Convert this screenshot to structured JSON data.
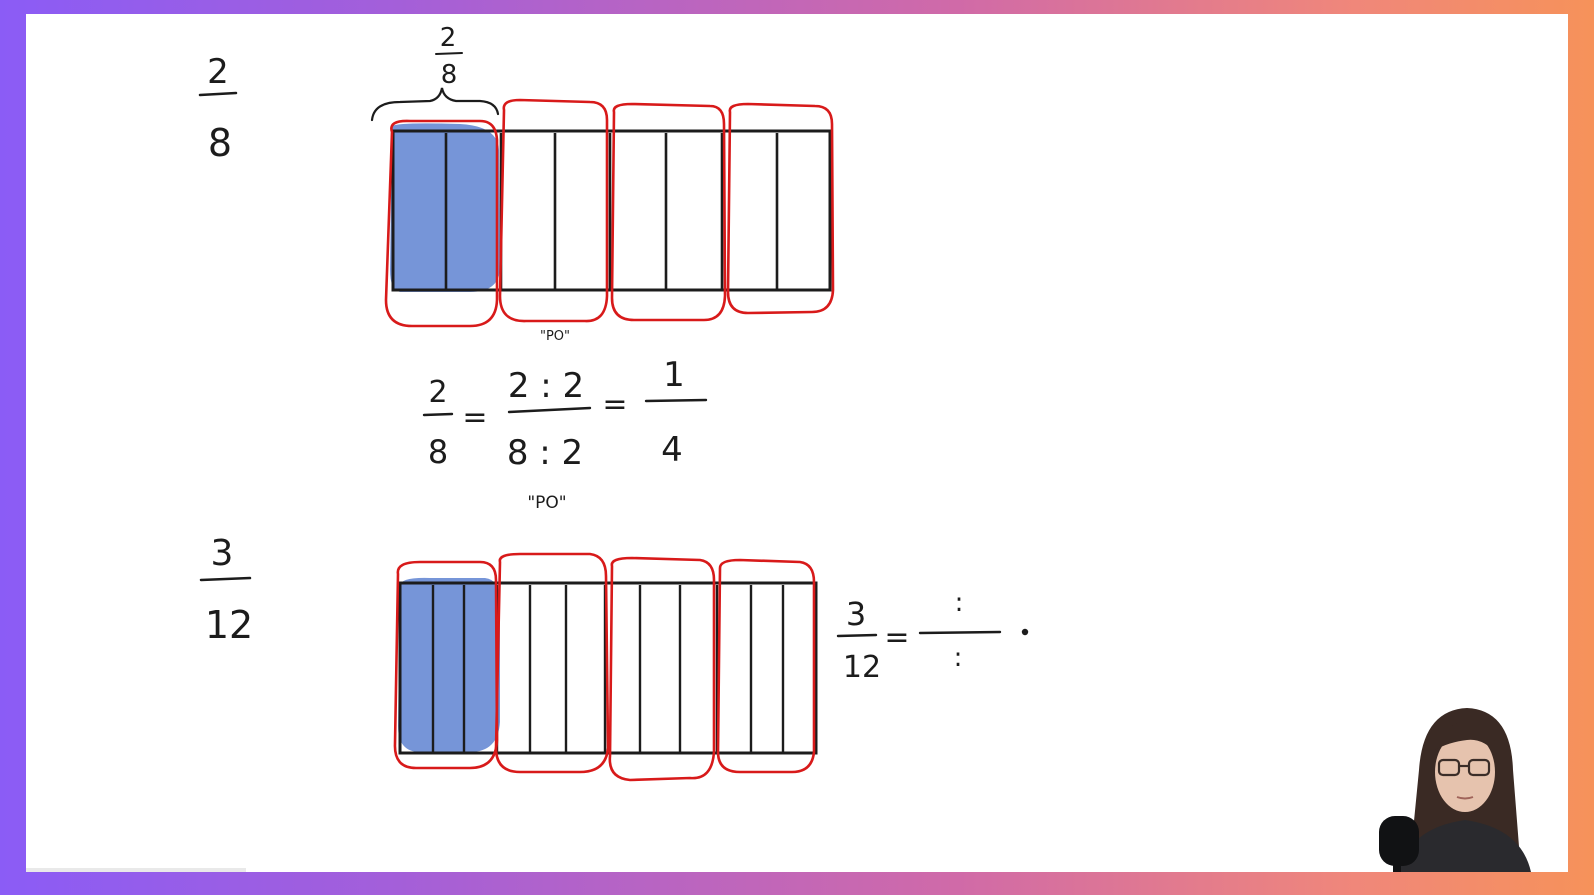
{
  "colors": {
    "shade": "#6f8fd6",
    "outline": "#d81a1a",
    "ink": "#1c1c1c",
    "frame_left": "#8b5cf6",
    "frame_right": "#f6925a"
  },
  "top": {
    "side_fraction": {
      "num": "2",
      "den": "8"
    },
    "brace_fraction": {
      "num": "2",
      "den": "8"
    },
    "quote_top": "\"PO\"",
    "quote_bottom": "\"PO\"",
    "equation": {
      "left": {
        "num": "2",
        "den": "8"
      },
      "eq1": "=",
      "middle": {
        "num": "2 : 2",
        "den": "8 : 2"
      },
      "eq2": "=",
      "right": {
        "num": "1",
        "den": "4"
      }
    }
  },
  "bottom": {
    "side_fraction": {
      "num": "3",
      "den": "12"
    },
    "equation": {
      "left": {
        "num": "3",
        "den": "12"
      },
      "eq": "=",
      "right": {
        "num": ":",
        "den": ":"
      }
    }
  }
}
